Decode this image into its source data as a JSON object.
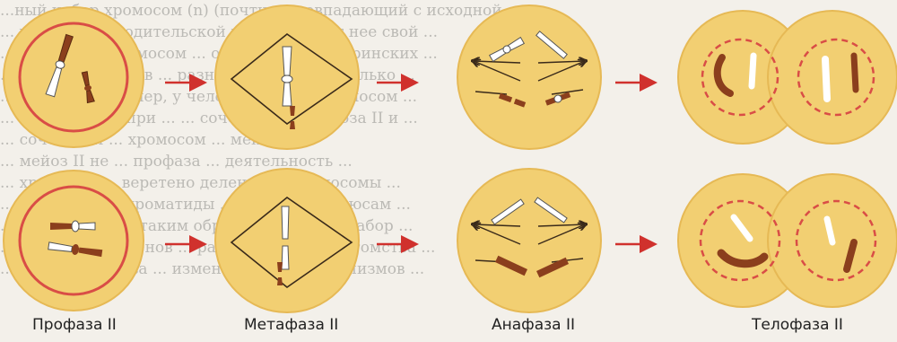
{
  "background_text": [
    "...ный набор хромосом (n) (почти не совпадающий с исходной ...",
    "... хромосомы родительской клетки и ... от нее свой ...",
    "... сочетания хромосом ... отцовских и материнских ...",
    "... сочетание генов ... разнообразие ... несколько ...",
    "... дает ... Например, у человека при ... хромосом ...",
    "... вариантов, а при ... ... сочетании ... мейоза II и ...",
    "... сочетания ... хромосом ... мейоз II ...",
    "... мейоз II не ... профаза ... деятельность ...",
    "... хромосом ... веретено деления ... хромосомы ...",
    "... сестринские хроматиды ... к разным полюсам ...",
    "... двух клеток ... таким образом ... одна ... набор ...",
    "... сочетания ... генов ... разнообразие ... потомства ...",
    "... мейоз — основа ... изменчивости ... организмов ..."
  ],
  "stage_labels": {
    "prophase": "Профаза II",
    "metaphase": "Метафаза II",
    "anaphase": "Анафаза II",
    "telophase": "Телофаза II"
  },
  "colors": {
    "cell_fill": "#f2cf72",
    "cell_edge": "#e6b955",
    "nucleus_membrane": "#d94d46",
    "chromosome_brown": "#8b3f1d",
    "chromosome_white": "#ffffff",
    "arrow": "#d0312d",
    "spindle": "#3a2a1a"
  }
}
